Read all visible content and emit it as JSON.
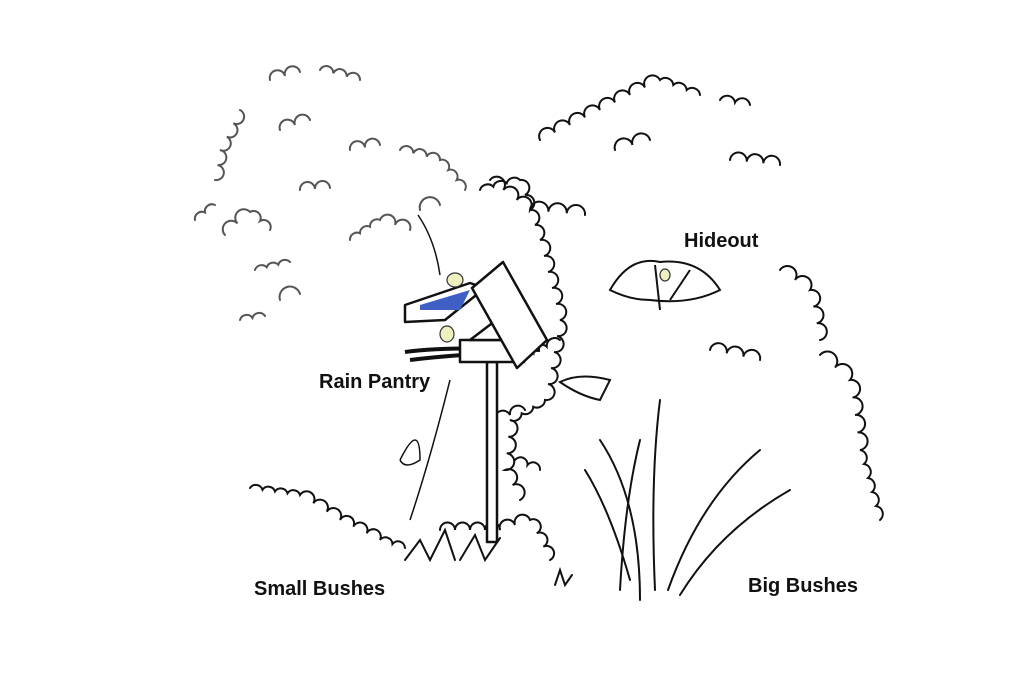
{
  "labels": {
    "hideout": "Hideout",
    "rain_pantry": "Rain Pantry",
    "small_bushes": "Small Bushes",
    "big_bushes": "Big Bushes"
  },
  "colors": {
    "ink": "#111111",
    "background_tree": "#555555",
    "tray_water": "#3f5fc4",
    "bird": "#eef0c0"
  }
}
